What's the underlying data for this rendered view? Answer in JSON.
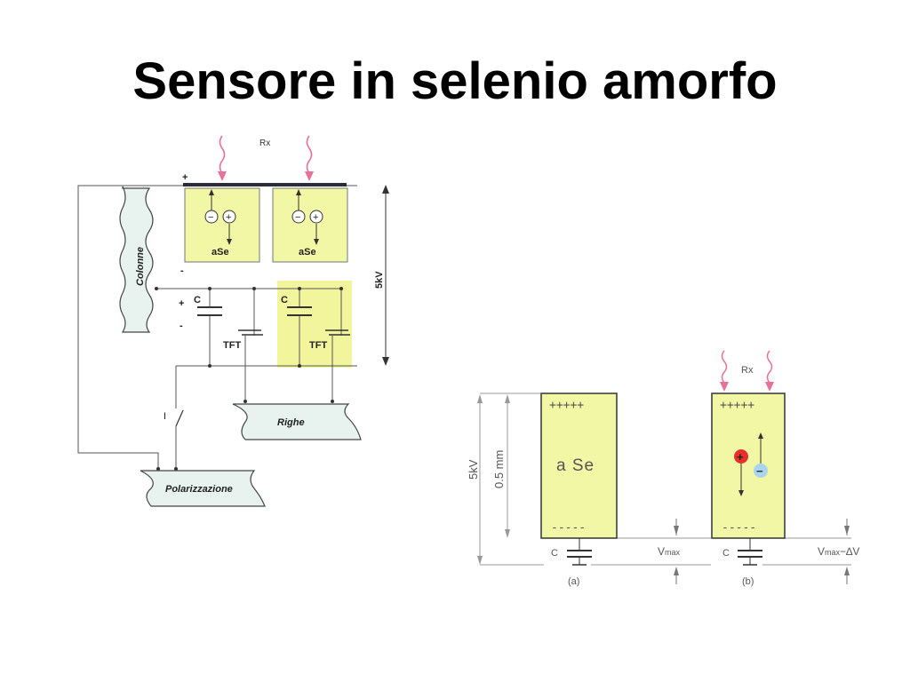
{
  "title": "Sensore in selenio amorfo",
  "circuit": {
    "rx_label": "Rx",
    "plus_top": "+",
    "minus_left": "-",
    "plus_c": "+",
    "minus_c": "-",
    "cell_label": "aSe",
    "cap_label": "C",
    "tft_label": "TFT",
    "voltage_label": "5kV",
    "columns_label": "Colonne",
    "rows_label": "Righe",
    "bias_label": "Polarizzazione",
    "switch_label": "I"
  },
  "detail": {
    "voltage_label": "5kV",
    "thickness_label": "0.5 mm",
    "plus_charges": "+++++",
    "minus_charges": "-----",
    "material_label": "a Se",
    "cap_label": "C",
    "vmax_label_main": "V",
    "vmax_label_sub": "max",
    "vmax_delta_label": "−∆V",
    "rx_label": "Rx",
    "caption_a": "(a)",
    "caption_b": "(b)",
    "hole_symbol": "+",
    "electron_symbol": "−"
  },
  "colors": {
    "cell_fill": "#f2f7a6",
    "highlight_fill": "#f3f59c",
    "xray_pink": "#e8709a",
    "electrode": "#2b2b3a",
    "hole_red": "#e8302a",
    "electron_blue": "#a8d4ee"
  }
}
